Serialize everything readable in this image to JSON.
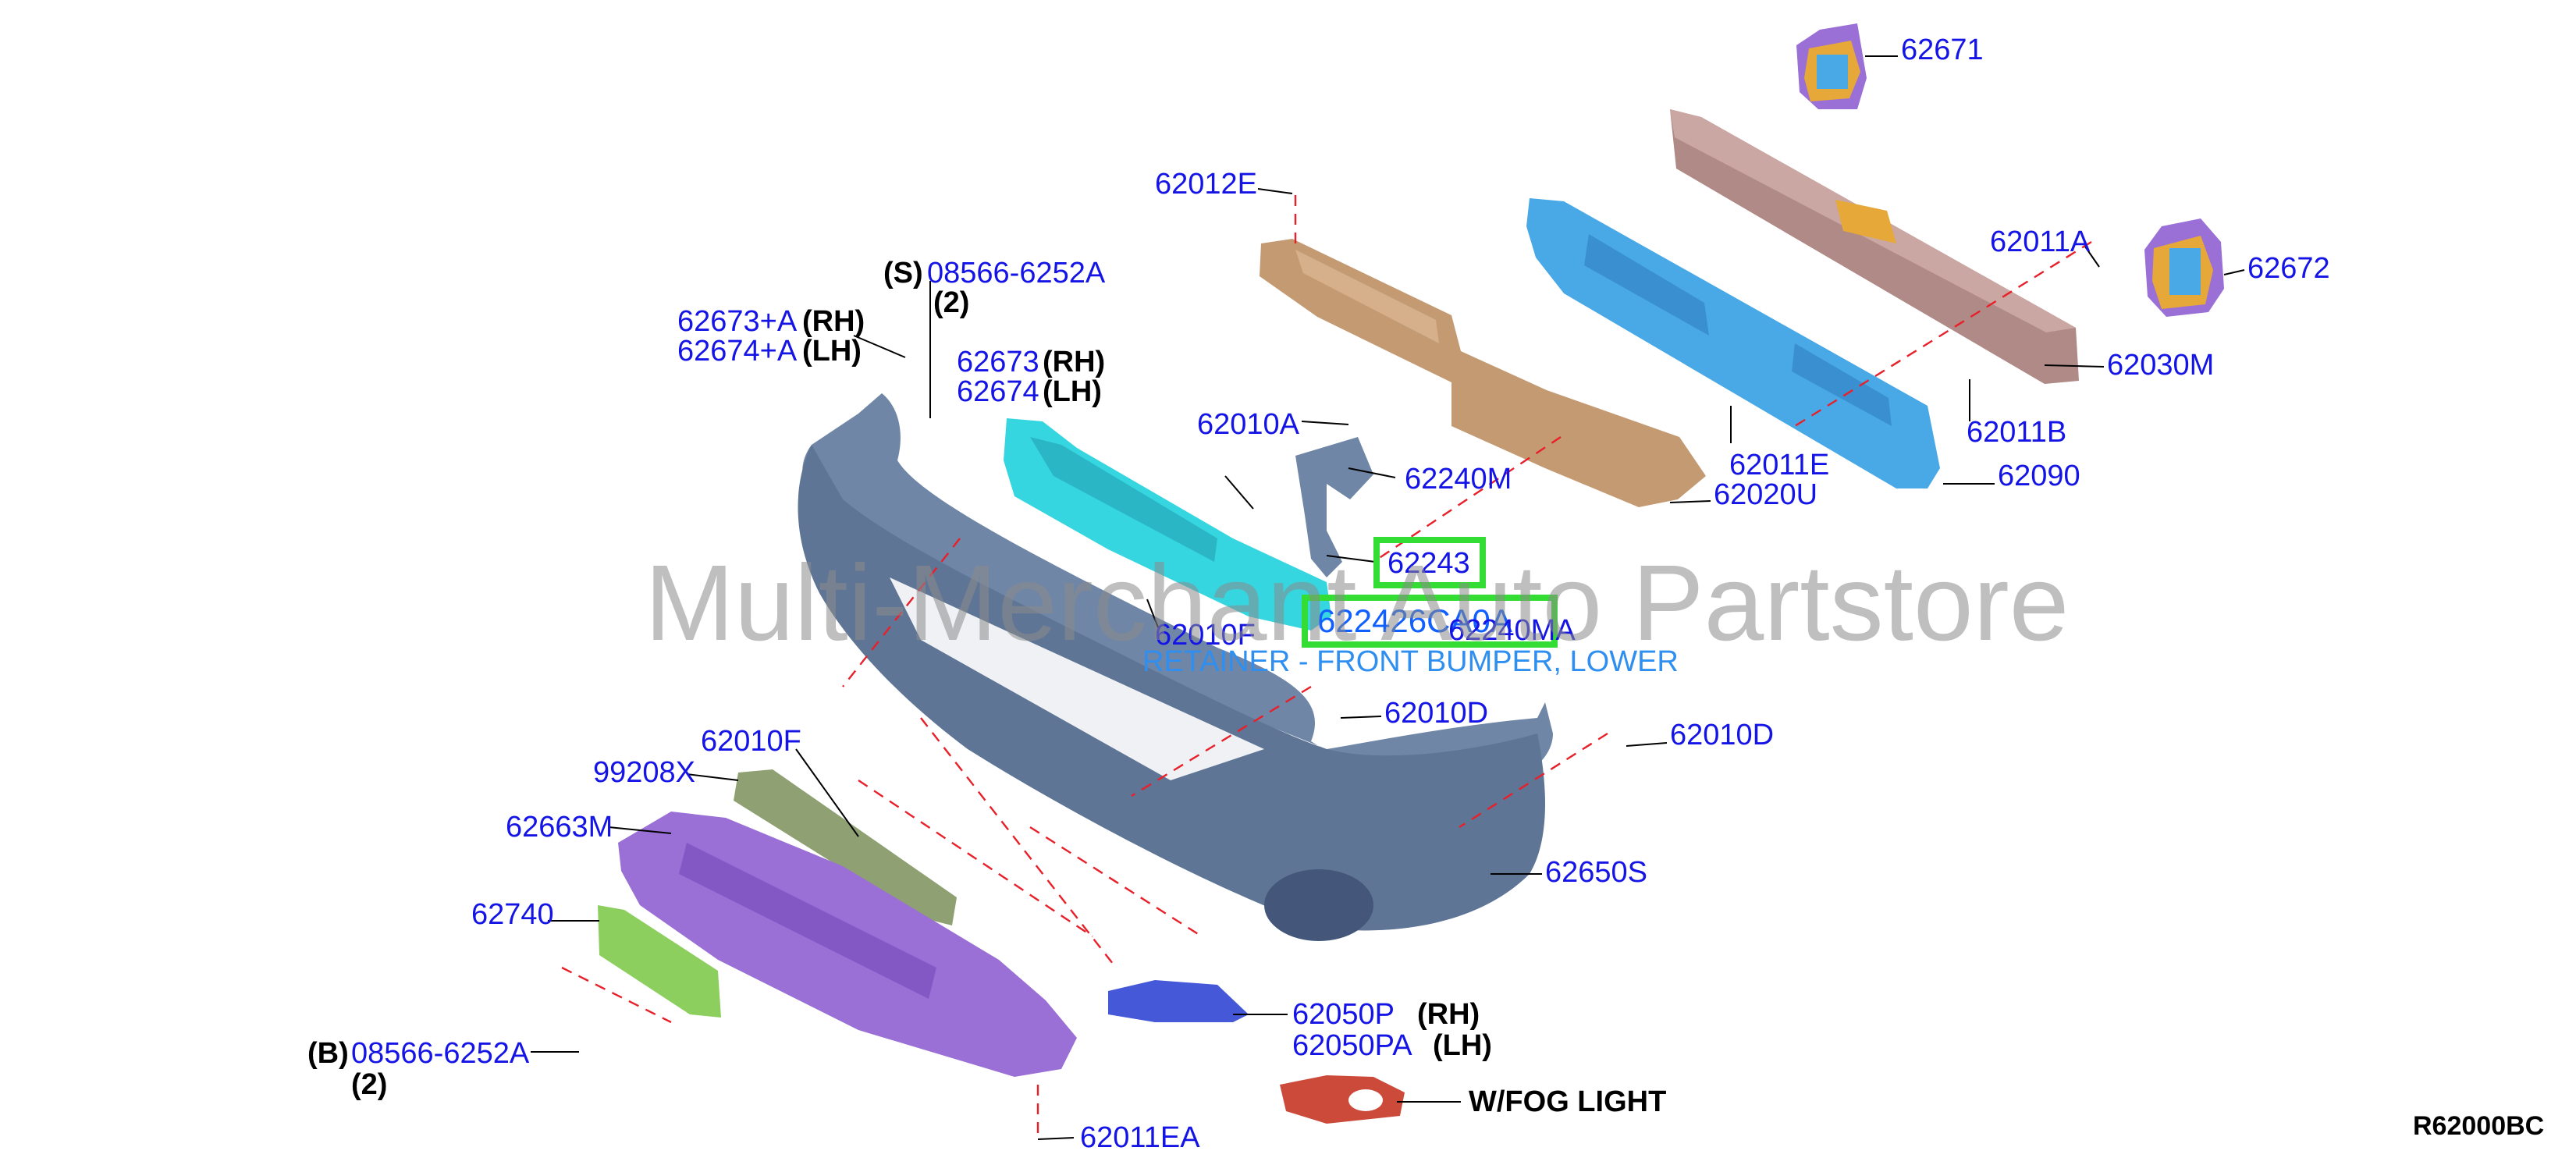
{
  "diagram": {
    "code": "R62000BC",
    "watermark": "Multi-Merchant Auto Partstore",
    "tooltip": "RETAINER - FRONT BUMPER, LOWER",
    "fog_light_note": "W/FOG LIGHT"
  },
  "labels": {
    "p62671": "62671",
    "p62012E": "62012E",
    "p62011A": "62011A",
    "p62672": "62672",
    "p08566_top": "08566-6252A",
    "s_top": "(S)",
    "qty_top": "(2)",
    "p62673A": "62673+A",
    "p62674A": "62674+A",
    "rh_1": "(RH)",
    "lh_1": "(LH)",
    "p62673": "62673",
    "p62674": "62674",
    "rh_2": "(RH)",
    "lh_2": "(LH)",
    "p62030M": "62030M",
    "p62010A": "62010A",
    "p62011E": "62011E",
    "p62011B": "62011B",
    "p62240M": "62240M",
    "p62020U": "62020U",
    "p62090": "62090",
    "p62243": "62243",
    "p622426CA0A": "622426CA0A",
    "p62240MA": "62240MA",
    "p62010F_center": "62010F",
    "p62010D_center": "62010D",
    "p62010D_right": "62010D",
    "p62010F_left": "62010F",
    "p99208X": "99208X",
    "p62663M": "62663M",
    "p62650S": "62650S",
    "p62740": "62740",
    "p62050P": "62050P",
    "rh_3": "(RH)",
    "p62050PA": "62050PA",
    "lh_3": "(LH)",
    "b_bottom": "(B)",
    "p08566_bottom": "08566-6252A",
    "qty_bottom": "(2)",
    "p62011EA": "62011EA"
  },
  "highlighted_parts": [
    "62243",
    "622426CA0A"
  ],
  "colors": {
    "label": "#1414e6",
    "highlight": "#33dd33",
    "tooltip": "#2f8ff0",
    "bumper": "#6f86a6",
    "reinforcement": "#b08a86",
    "absorber": "#49a9e6",
    "retainer": "#35d6e0",
    "undercover": "#9a6fd6",
    "bracket_plate": "#8ccf5e",
    "grille_strip": "#8fa072",
    "fog_bezel": "#4458d8",
    "fog_bezel_alt": "#cc4a3a",
    "crash_box": "#e6a838",
    "splash_shield": "#c49a72"
  }
}
